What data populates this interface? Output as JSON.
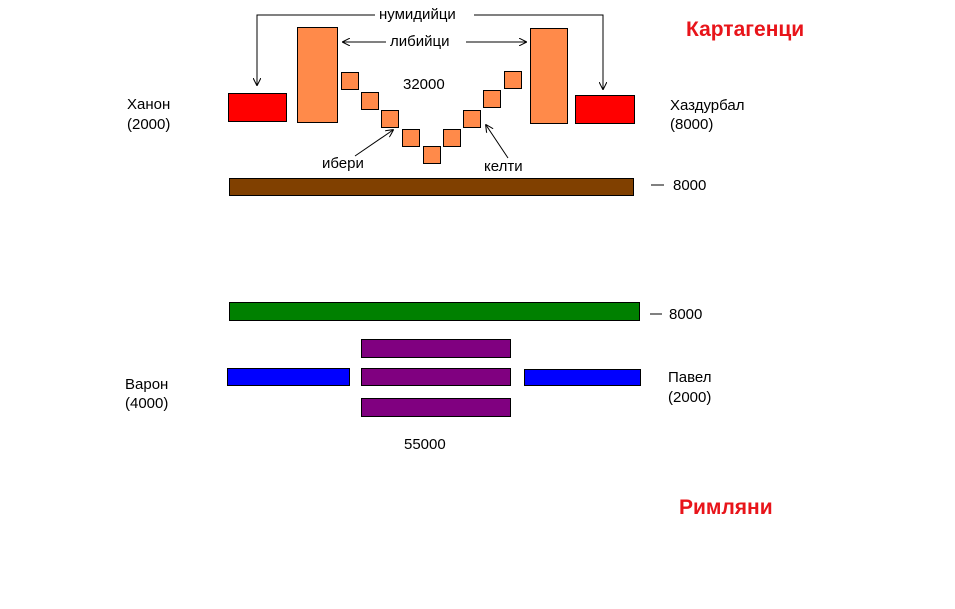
{
  "titles": {
    "carthaginians": "Картагенци",
    "romans": "Римляни"
  },
  "labels": {
    "numidians": "нумидийци",
    "libyans": "либийци",
    "iberians": "ибери",
    "celts": "келти",
    "carthage_center": "32000",
    "carthage_line": "8000",
    "rome_line": "8000",
    "rome_center": "55000"
  },
  "commanders": {
    "hanno": {
      "name": "Ханон",
      "count": "(2000)"
    },
    "hasdrubal": {
      "name": "Хаздурбал",
      "count": "(8000)"
    },
    "varro": {
      "name": "Варон",
      "count": "(4000)"
    },
    "paullus": {
      "name": "Павел",
      "count": "(2000)"
    }
  },
  "colors": {
    "carthage_title": "#e8141a",
    "rome_title": "#e8141a",
    "cavalry_carthage": "#ff0000",
    "libyan_infantry": "#ff8a4a",
    "iberian_celtic_infantry": "#ff8a4a",
    "carthage_line": "#804000",
    "rome_line": "#008000",
    "roman_legions": "#800080",
    "roman_cavalry": "#0000ff"
  }
}
